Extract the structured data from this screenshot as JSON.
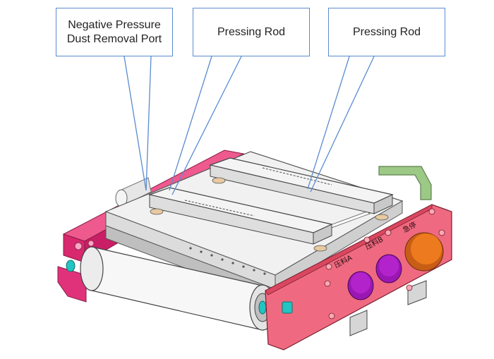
{
  "callouts": [
    {
      "lines": [
        "Negative Pressure",
        "Dust Removal Port"
      ]
    },
    {
      "lines": [
        "Pressing Rod"
      ]
    },
    {
      "lines": [
        "Pressing Rod"
      ]
    }
  ],
  "panel_labels": [
    "压料A",
    "压料B",
    "急停"
  ],
  "colors": {
    "callout_border": "#5b8bd0",
    "leader_line": "#5b8bd0",
    "magenta_plate": "#e0327a",
    "front_panel": "#ec5f78",
    "roller": "#f2f2f2",
    "button_purple": "#b323cc",
    "button_orange": "#ee7a1f",
    "bracket_green": "#96c27a",
    "frame_grey": "#d9d9d9"
  },
  "icons": [
    "button-a-icon",
    "button-b-icon",
    "emergency-stop-icon",
    "indicator-light-icon"
  ]
}
